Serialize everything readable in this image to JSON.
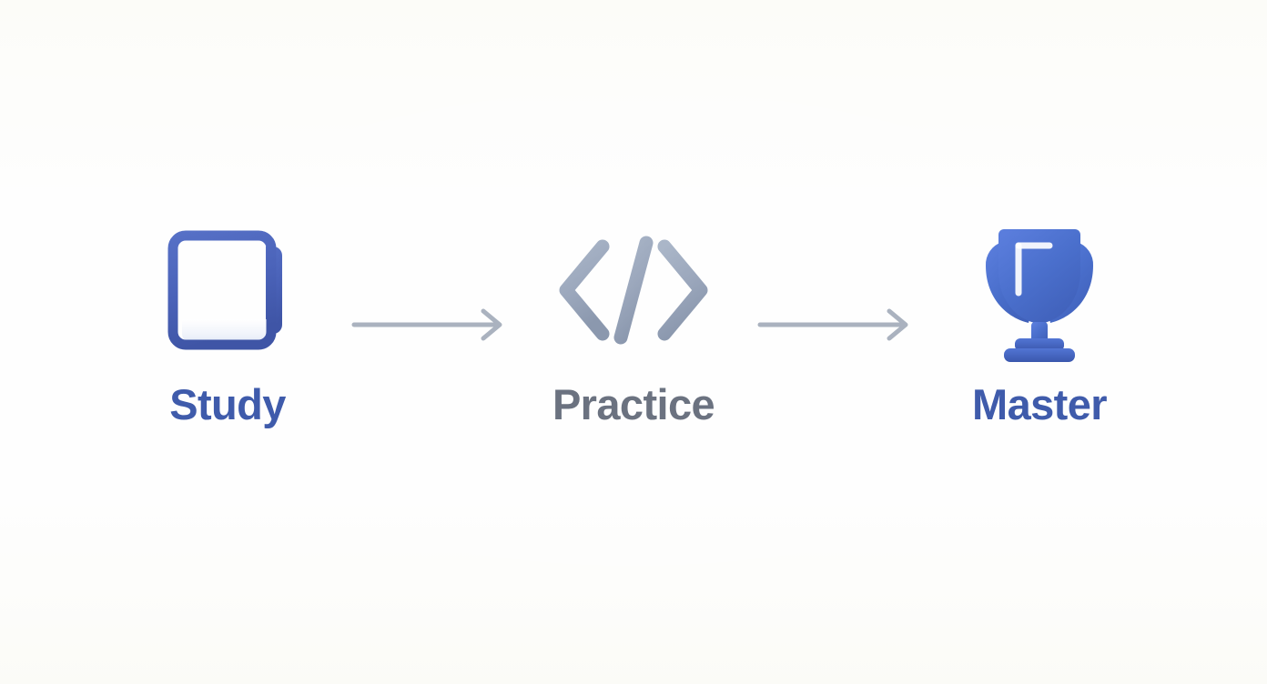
{
  "page": {
    "title": "Study Practice Master progression",
    "background_color": "#fdfdfb"
  },
  "colors": {
    "brand_blue": "#4a63bd",
    "trophy_blue": "#4a6fcc",
    "book_blue": "#4a62b8",
    "code_gray": "#9ba7bc",
    "arrow_gray": "#aab2bf",
    "label_blue": "#3f5bab",
    "label_gray": "#6b7280",
    "page_white": "#f2f4fa"
  },
  "flow": {
    "steps": [
      {
        "id": "study",
        "label": "Study",
        "icon": "book-icon",
        "label_color": "#3f5bab",
        "icon_color": "#4a62b8"
      },
      {
        "id": "practice",
        "label": "Practice",
        "icon": "code-brackets-icon",
        "label_color": "#6b7280",
        "icon_color": "#9ba7bc"
      },
      {
        "id": "master",
        "label": "Master",
        "icon": "trophy-icon",
        "label_color": "#3f5bab",
        "icon_color": "#4a6fcc"
      }
    ],
    "connectors": [
      {
        "id": "arrow-study-to-practice",
        "icon": "arrow-right-icon",
        "color": "#aab2bf"
      },
      {
        "id": "arrow-practice-to-master",
        "icon": "arrow-right-icon",
        "color": "#aab2bf"
      }
    ]
  }
}
